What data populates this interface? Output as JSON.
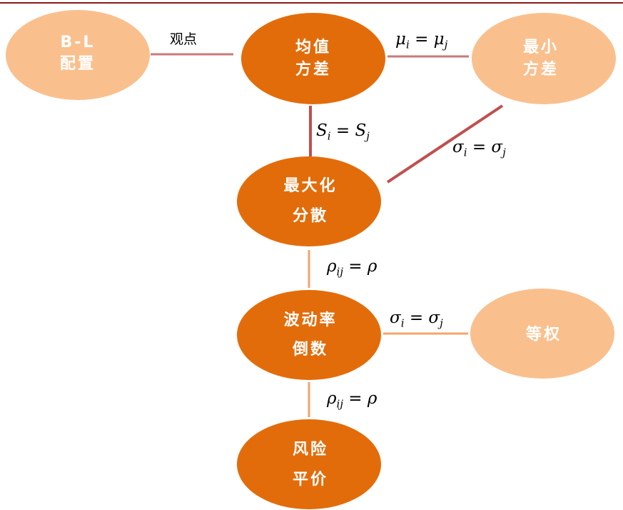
{
  "colors": {
    "dark": "#E36C0A",
    "light": "#F9C08E",
    "edge_red": "#C0504D",
    "edge_pink": "#C97A78",
    "edge_orange": "#F4A46A",
    "top_rule": "#8B1A1A"
  },
  "nodes": {
    "bl": [
      "B-L",
      "配置"
    ],
    "mv": [
      "均值",
      "方差"
    ],
    "minvar": [
      "最小",
      "方差"
    ],
    "maxdiv": [
      "最大化",
      "分散"
    ],
    "invvol": [
      "波动率",
      "倒数"
    ],
    "eqw": [
      "等权"
    ],
    "rp": [
      "风险",
      "平价"
    ]
  },
  "edges": {
    "bl_mv": {
      "text": "观点"
    },
    "mv_minvar": {
      "base": "μ",
      "sub1": "i",
      "mid": " = μ",
      "sub2": "j"
    },
    "mv_maxdiv": {
      "base": "S",
      "sub1": "i",
      "mid": " = S",
      "sub2": "j"
    },
    "minvar_maxdiv": {
      "base": "σ",
      "sub1": "i",
      "mid": " = σ",
      "sub2": "j"
    },
    "maxdiv_invvol": {
      "base": "ρ",
      "sub1": "ij",
      "mid": " = ρ"
    },
    "invvol_eqw": {
      "base": "σ",
      "sub1": "i",
      "mid": " = σ",
      "sub2": "j"
    },
    "invvol_rp": {
      "base": "ρ",
      "sub1": "ij",
      "mid": " = ρ"
    }
  }
}
